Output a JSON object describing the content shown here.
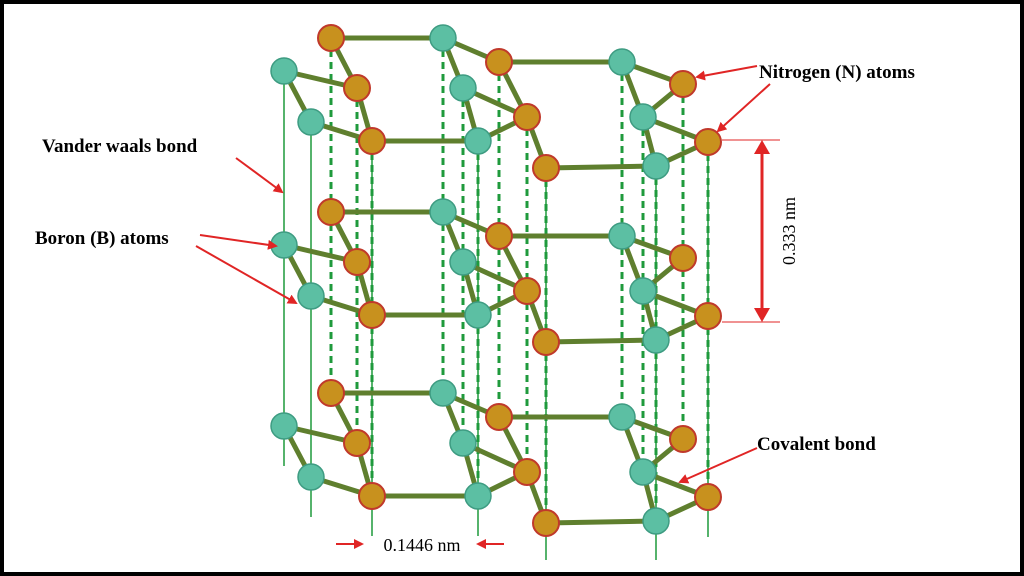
{
  "labels": {
    "nitrogen": "Nitrogen (N) atoms",
    "vander_waals": "Vander waals bond",
    "boron": "Boron (B) atoms",
    "covalent": "Covalent bond",
    "interlayer_distance": "0.333 nm",
    "bond_length": "0.1446 nm"
  },
  "colors": {
    "boron_atom": "#5cbfa3",
    "nitrogen_atom": "#c8911e",
    "nitrogen_outline": "#c0392b",
    "covalent_bond": "#5f7f2e",
    "vdw_bond": "#1f9a3c",
    "arrow": "#e02525"
  }
}
